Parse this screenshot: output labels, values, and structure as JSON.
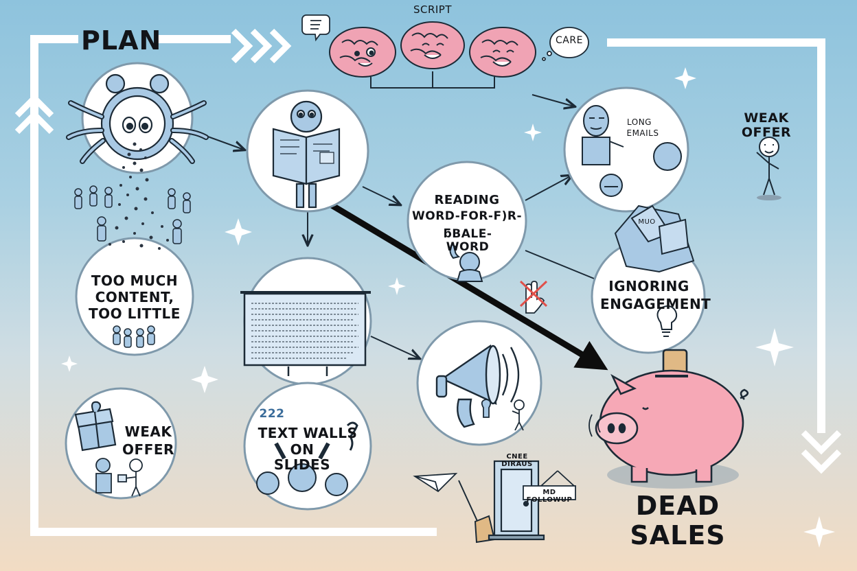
{
  "labels": {
    "plan": "PLAN",
    "script": "SCRIPT",
    "care": "CARE",
    "weak_offer_top": "WEAK OFFER",
    "long_emails_1": "LONG",
    "long_emails_2": "EMAILS",
    "reading_1": "READING",
    "reading_2": "WORD-FOR-F)R-",
    "reading_3": "ƃBALE-WORD",
    "too_much_1": "TOO MUCH",
    "too_much_2": "CONTENT,",
    "too_little": "TOO LITTLE",
    "ignoring_1": "IGNORING",
    "ignoring_2": "ENGAGEMENT",
    "weak_offer_1": "WEAK",
    "weak_offer_2": "OFFER",
    "count_222": "222",
    "text_walls_1": "TEXT WALLS",
    "text_walls_2": "ON SLIDES",
    "door_sign": "CNEE DIRAUS",
    "no_followup": "MD FOLLOWUP",
    "dead_sales": "DEAD SALES",
    "mud_box": "MUO"
  },
  "colors": {
    "outline": "#1c2a36",
    "circle_fill": "#ffffff",
    "circle_stroke": "#7f99ab",
    "figure_blue": "#a9c9e4",
    "brain_pink": "#f0a3b4",
    "pig_pink": "#f6a8b6",
    "frame_white": "#ffffff"
  },
  "icons": [
    "alarm-clock-icon",
    "brain-icon",
    "book-icon",
    "megaphone-icon",
    "gift-box-icon",
    "piggy-bank-icon",
    "paper-plane-icon",
    "broom-icon",
    "door-icon",
    "no-hand-icon",
    "sparkle-icon"
  ]
}
